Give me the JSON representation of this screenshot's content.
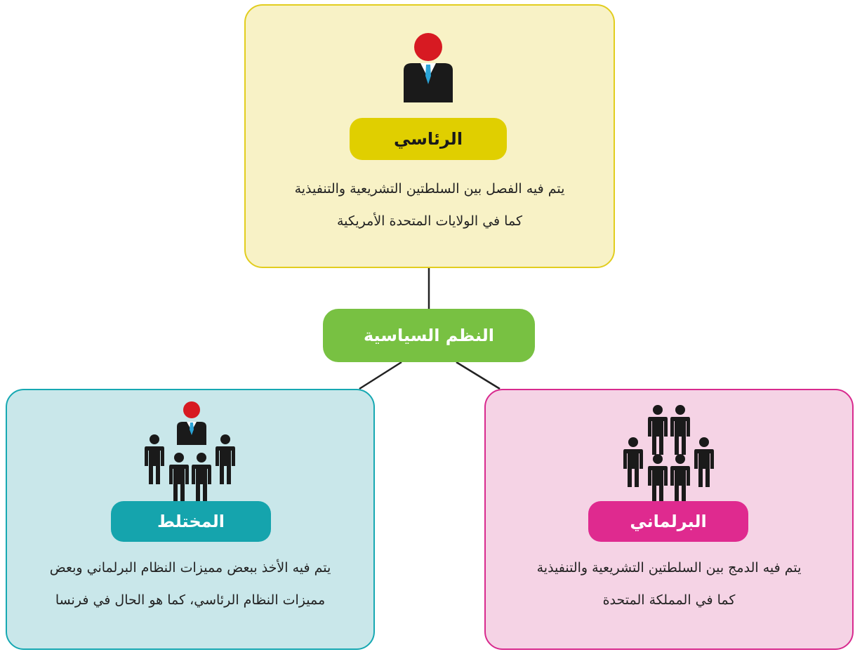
{
  "root": {
    "label": "النظم السياسية",
    "color": "#78c142"
  },
  "presidential": {
    "title": "الرئاسي",
    "icon": "businessman-icon",
    "line1": "يتم فيه الفصل بين السلطتين التشريعية والتنفيذية",
    "line2": "كما في الولايات المتحدة الأمريكية",
    "accent": "#e0cf00",
    "background": "#f8f2c6"
  },
  "mixed": {
    "title": "المختلط",
    "icon": "leader-with-group-icon",
    "line1": "يتم فيه الأخذ ببعض مميزات النظام البرلماني وبعض",
    "line2": "مميزات النظام الرئاسي، كما هو الحال في فرنسا",
    "accent": "#15a4ad",
    "background": "#c9e7ea"
  },
  "parliamentary": {
    "title": "البرلماني",
    "icon": "group-of-people-icon",
    "line1": "يتم فيه الدمج بين السلطتين التشريعية والتنفيذية",
    "line2": "كما في المملكة المتحدة",
    "accent": "#df2a8f",
    "background": "#f5d3e5"
  }
}
